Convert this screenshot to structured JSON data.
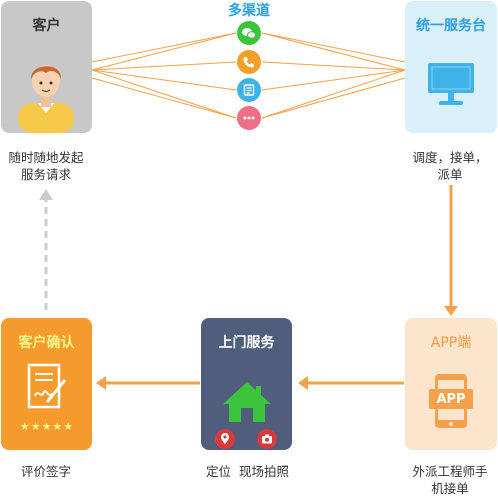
{
  "channels": {
    "title": "多渠道",
    "items": [
      {
        "icon": "wechat-icon",
        "color": "#3cc43c"
      },
      {
        "icon": "phone-icon",
        "color": "#f3a02a"
      },
      {
        "icon": "form-icon",
        "color": "#3fb3e8"
      },
      {
        "icon": "more-icon",
        "color": "#f06e86"
      }
    ]
  },
  "nodes": {
    "customer": {
      "title": "客户",
      "caption_lines": [
        "随时随地发起",
        "服务请求"
      ],
      "bg": "#c8c8c8"
    },
    "service_desk": {
      "title": "统一服务台",
      "caption_lines": [
        "调度，接单，",
        "派单"
      ],
      "bg": "#d9effa",
      "title_color": "#2e9fe6"
    },
    "app": {
      "title": "APP端",
      "caption_lines": [
        "外派工程师手",
        "机接单"
      ],
      "bg": "#fde4cd",
      "title_color": "#f09a3a",
      "icon_text": "APP"
    },
    "onsite": {
      "title": "上门服务",
      "caption_lines": [
        "定位  现场拍照"
      ],
      "bg": "#505d7d"
    },
    "confirm": {
      "title": "客户确认",
      "caption_lines": [
        "评价签字"
      ],
      "bg": "#f59a2c",
      "title_color": "#fff58a"
    }
  },
  "colors": {
    "arrow": "#f5a04a",
    "dashed": "#cccccc"
  }
}
